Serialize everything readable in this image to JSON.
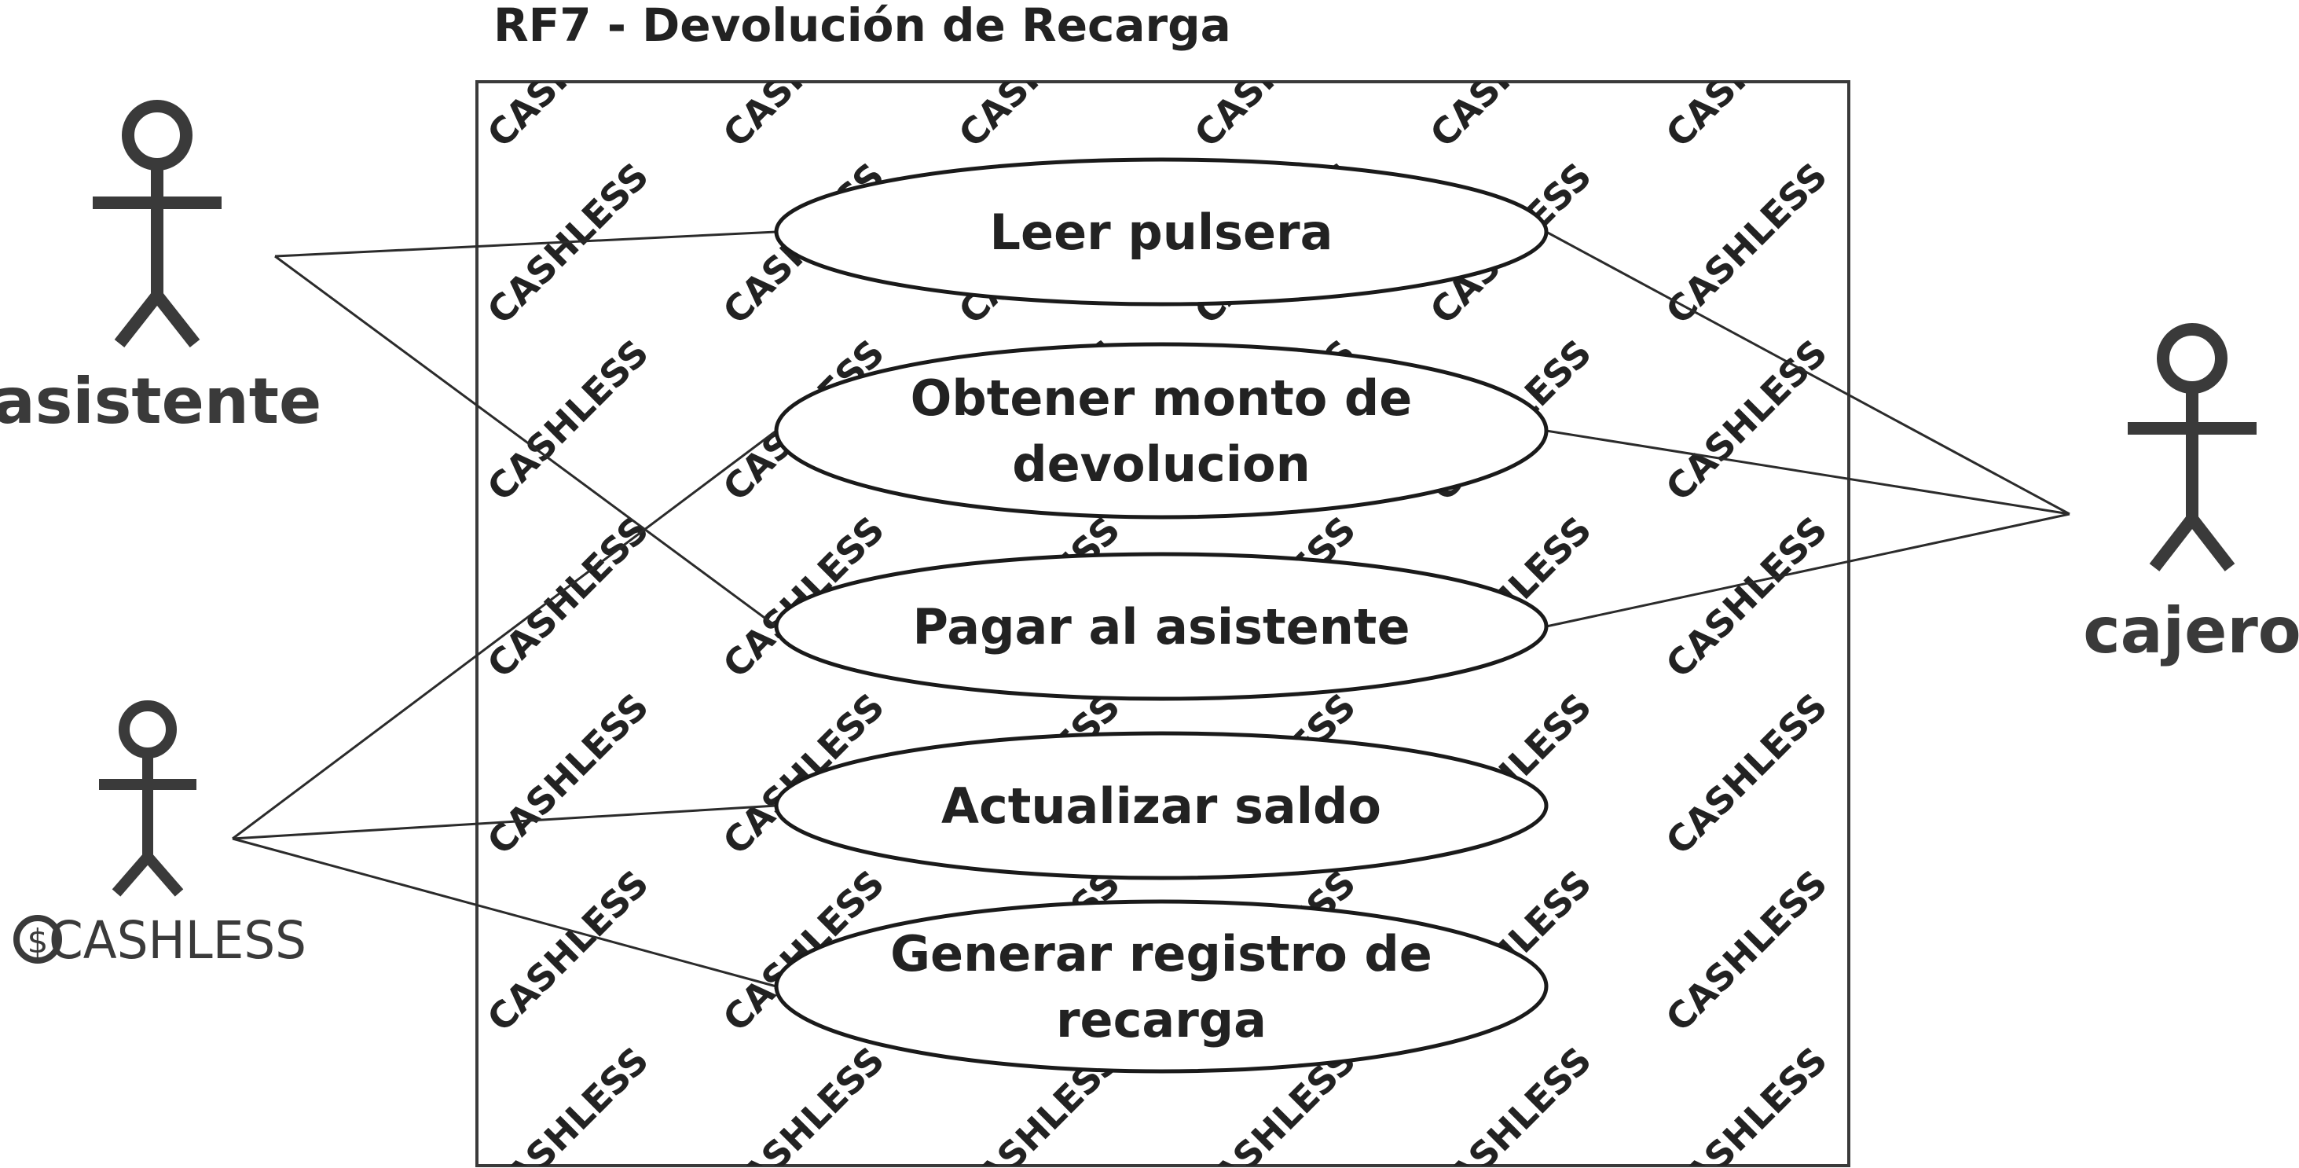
{
  "diagram": {
    "title": "RF7 - Devolución de Recarga",
    "watermark": "CASHLESS",
    "actors": {
      "asistente": "asistente",
      "cajero": "cajero",
      "cashless": "CASHLESS"
    },
    "use_cases": [
      {
        "id": "leer",
        "lines": [
          "Leer pulsera"
        ]
      },
      {
        "id": "obtener",
        "lines": [
          "Obtener monto de",
          "devolucion"
        ]
      },
      {
        "id": "pagar",
        "lines": [
          "Pagar al asistente"
        ]
      },
      {
        "id": "actualizar",
        "lines": [
          "Actualizar saldo"
        ]
      },
      {
        "id": "generar",
        "lines": [
          "Generar registro de",
          "recarga"
        ]
      }
    ],
    "associations": [
      [
        "asistente",
        "leer"
      ],
      [
        "asistente",
        "pagar"
      ],
      [
        "cashless",
        "obtener"
      ],
      [
        "cashless",
        "actualizar"
      ],
      [
        "cashless",
        "generar"
      ],
      [
        "cajero",
        "leer"
      ],
      [
        "cajero",
        "obtener"
      ],
      [
        "cajero",
        "pagar"
      ]
    ],
    "colors": {
      "ink": "#222222",
      "actor": "#3a3a3a",
      "watermark": "#e3e3e3"
    }
  }
}
